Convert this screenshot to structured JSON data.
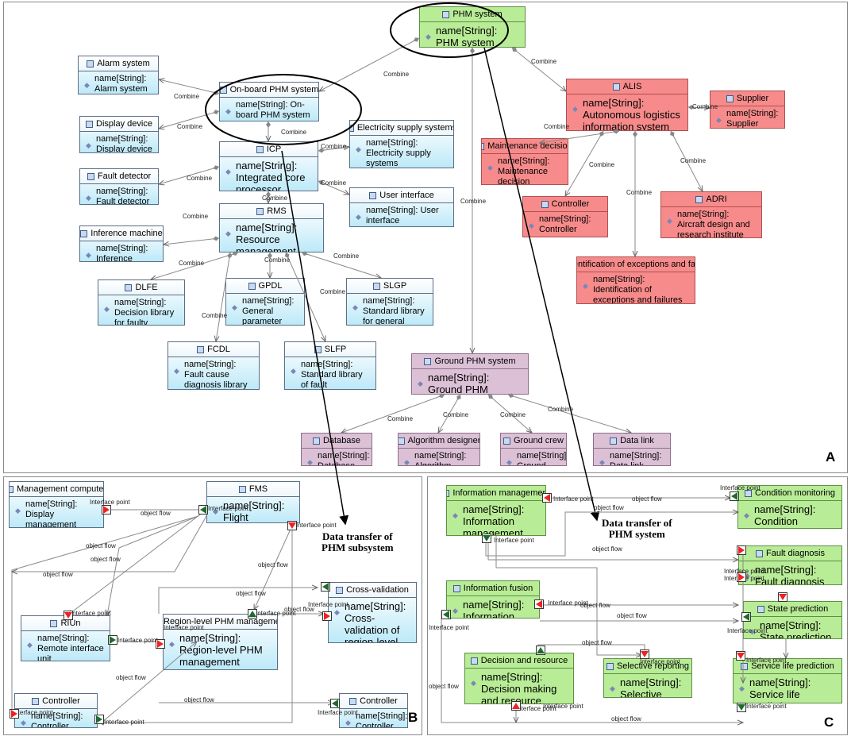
{
  "panels": {
    "a": "A",
    "b": "B",
    "c": "C"
  },
  "common": {
    "combine": "Combine",
    "interface_point": "Interface point",
    "object_flow": "object flow"
  },
  "notes": {
    "subsystem_line1": "Data transfer  of",
    "subsystem_line2": "PHM subsystem",
    "system_line1": "Data transfer of",
    "system_line2": "PHM system"
  },
  "colors": {
    "blue": "#bde9f8",
    "red": "#f78b8b",
    "purple": "#dcc1d6",
    "green": "#b8ec96",
    "port_red": "#ee2222",
    "port_green": "#1f6b2e"
  },
  "diagram_a": {
    "phm": {
      "name": "PHM system",
      "attr": "name[String]: PHM system"
    },
    "alarm": {
      "name": "Alarm system",
      "attr": "name[String]: Alarm system"
    },
    "onboard": {
      "name": "On-board PHM system",
      "attr": "name[String]: On-board PHM system"
    },
    "display": {
      "name": "Display device",
      "attr": "name[String]: Display device"
    },
    "elec": {
      "name": "Electricity supply systems",
      "attr": "name[String]: Electricity supply systems"
    },
    "icp": {
      "name": "ICP",
      "attr": "name[String]: Integrated core processor"
    },
    "fault_det": {
      "name": "Fault detector",
      "attr": "name[String]: Fault detector"
    },
    "ui": {
      "name": "User interface",
      "attr": "name[String]: User interface"
    },
    "rms": {
      "name": "RMS",
      "attr": "name[String]: Resource management system"
    },
    "inference": {
      "name": "Inference machine",
      "attr": "name[String]: Inference machine"
    },
    "dlfe": {
      "name": "DLFE",
      "attr": "name[String]: Decision library for faulty equipment"
    },
    "gpdl": {
      "name": "GPDL",
      "attr": "name[String]: General parameter diagnostic library"
    },
    "slgp": {
      "name": "SLGP",
      "attr": "name[String]: Standard library for general parameters"
    },
    "fcdl": {
      "name": "FCDL",
      "attr": "name[String]: Fault cause diagnosis library"
    },
    "slfp": {
      "name": "SLFP",
      "attr": "name[String]: Standard library of fault parameters"
    },
    "alis": {
      "name": "ALIS",
      "attr": "name[String]: Autonomous logistics information system"
    },
    "supplier": {
      "name": "Supplier",
      "attr": "name[String]: Supplier"
    },
    "maint": {
      "name": "Maintenance decision",
      "attr": "name[String]: Maintenance decision"
    },
    "controller": {
      "name": "Controller",
      "attr": "name[String]: Controller"
    },
    "adri": {
      "name": "ADRI",
      "attr": "name[String]: Aircraft design and research institute"
    },
    "ident": {
      "name": "Identification of exceptions and failures",
      "attr": "name[String]: Identification of exceptions and failures"
    },
    "ground": {
      "name": "Ground PHM system",
      "attr": "name[String]: Ground PHM system"
    },
    "database": {
      "name": "Database",
      "attr": "name[String]: Database"
    },
    "algo": {
      "name": "Algorithm designer",
      "attr": "name[String]: Algorithm designer"
    },
    "crew": {
      "name": "Ground crew",
      "attr": "name[String]: Ground crew"
    },
    "datalink": {
      "name": "Data link",
      "attr": "name[String]: Data link"
    }
  },
  "diagram_b": {
    "mgmt": {
      "name": "Management computer",
      "attr": "name[String]: Display management computer"
    },
    "fms": {
      "name": "FMS",
      "attr": "name[String]: Flight management system"
    },
    "crossval": {
      "name": "Cross-validation",
      "attr": "name[String]: Cross-validation of region-level reasoning"
    },
    "riun": {
      "name": "RIUn",
      "attr": "name[String]: Remote interface unit"
    },
    "region": {
      "name": "Region-level PHM management",
      "attr": "name[String]: Region-level PHM management"
    },
    "ctrl1": {
      "name": "Controller",
      "attr": "name[String]: Controller"
    },
    "ctrl2": {
      "name": "Controller",
      "attr": "name[String]: Controller"
    }
  },
  "diagram_c": {
    "infomgmt": {
      "name": "Information management",
      "attr": "name[String]: Information management"
    },
    "condmon": {
      "name": "Condition monitoring",
      "attr": "name[String]: Condition monitoring"
    },
    "faultdiag": {
      "name": "Fault diagnosis",
      "attr": "name[String]: Fault diagnosis"
    },
    "infofusion": {
      "name": "Information fusion",
      "attr": "name[String]: Information fusion"
    },
    "stateprediction": {
      "name": "State prediction",
      "attr": "name[String]: State prediction"
    },
    "decision": {
      "name": "Decision and resource",
      "attr": "name[String]: Decision making and resource management"
    },
    "selective": {
      "name": "Selective reporting",
      "attr": "name[String]: Selective reporting"
    },
    "servicelife": {
      "name": "Service life prediction",
      "attr": "name[String]: Service life prediction"
    }
  }
}
